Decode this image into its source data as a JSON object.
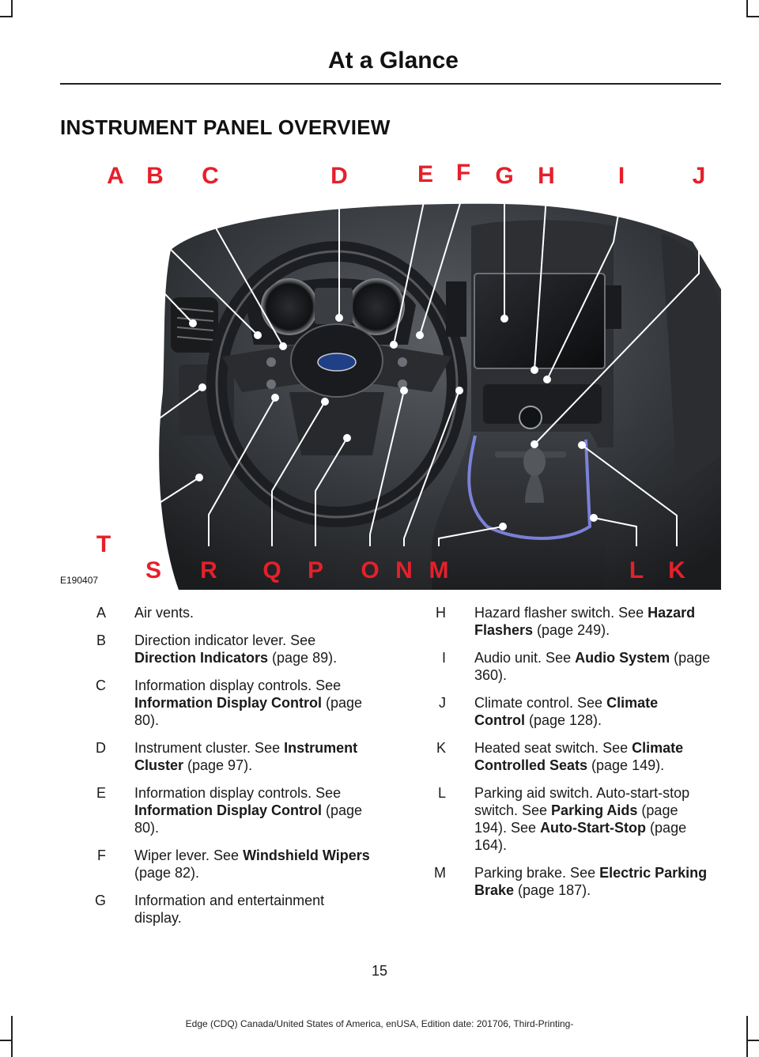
{
  "header": {
    "title": "At a Glance"
  },
  "section": {
    "title": "INSTRUMENT PANEL OVERVIEW"
  },
  "figure": {
    "id": "E190407",
    "callout_letters": [
      "A",
      "B",
      "C",
      "D",
      "E",
      "F",
      "G",
      "H",
      "I",
      "J",
      "K",
      "L",
      "M",
      "N",
      "O",
      "P",
      "Q",
      "R",
      "S",
      "T"
    ]
  },
  "legend_left": [
    {
      "letter": "A",
      "lines": [
        {
          "text": "Air vents."
        }
      ]
    },
    {
      "letter": "B",
      "lines": [
        {
          "text": "Direction indicator lever. See "
        },
        {
          "text": "Direction Indicators",
          "bold": true
        },
        {
          "text": " (page 89)."
        }
      ]
    },
    {
      "letter": "C",
      "lines": [
        {
          "text": "Information display controls. See "
        },
        {
          "text": "Information Display Control",
          "bold": true
        },
        {
          "text": " (page 80)."
        }
      ]
    },
    {
      "letter": "D",
      "lines": [
        {
          "text": "Instrument cluster. See "
        },
        {
          "text": "Instrument Cluster",
          "bold": true
        },
        {
          "text": " (page 97)."
        }
      ]
    },
    {
      "letter": "E",
      "lines": [
        {
          "text": "Information display controls. See "
        },
        {
          "text": "Information Display Control",
          "bold": true
        },
        {
          "text": " (page 80)."
        }
      ]
    },
    {
      "letter": "F",
      "lines": [
        {
          "text": "Wiper lever. See "
        },
        {
          "text": "Windshield Wipers",
          "bold": true
        },
        {
          "text": " (page 82)."
        }
      ]
    },
    {
      "letter": "G",
      "lines": [
        {
          "text": "Information and entertainment display."
        }
      ]
    }
  ],
  "legend_right": [
    {
      "letter": "H",
      "lines": [
        {
          "text": "Hazard flasher switch. See "
        },
        {
          "text": "Hazard Flashers",
          "bold": true
        },
        {
          "text": " (page 249)."
        }
      ]
    },
    {
      "letter": "I",
      "lines": [
        {
          "text": "Audio unit. See "
        },
        {
          "text": "Audio System",
          "bold": true
        },
        {
          "text": " (page 360)."
        }
      ]
    },
    {
      "letter": "J",
      "lines": [
        {
          "text": "Climate control. See "
        },
        {
          "text": "Climate Control",
          "bold": true
        },
        {
          "text": " (page 128)."
        }
      ]
    },
    {
      "letter": "K",
      "lines": [
        {
          "text": "Heated seat switch.  See "
        },
        {
          "text": "Climate Controlled Seats",
          "bold": true
        },
        {
          "text": " (page 149)."
        }
      ]
    },
    {
      "letter": "L",
      "lines": [
        {
          "text": "Parking aid switch. Auto-start-stop switch.  See "
        },
        {
          "text": "Parking Aids",
          "bold": true
        },
        {
          "text": " (page 194).  See "
        },
        {
          "text": "Auto-Start-Stop",
          "bold": true
        },
        {
          "text": " (page 164)."
        }
      ]
    },
    {
      "letter": "M",
      "lines": [
        {
          "text": "Parking brake.  See "
        },
        {
          "text": "Electric Parking Brake",
          "bold": true
        },
        {
          "text": " (page 187)."
        }
      ]
    }
  ],
  "footer": {
    "page_number": "15",
    "edition_text": "Edge (CDQ) Canada/United States of America, enUSA, Edition date: 201706, Third-Printing-"
  }
}
